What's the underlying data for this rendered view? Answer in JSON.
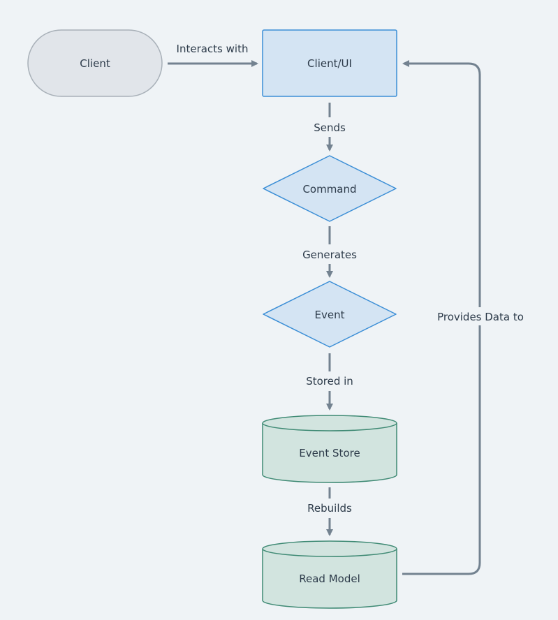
{
  "nodes": {
    "client": {
      "label": "Client"
    },
    "client_ui": {
      "label": "Client/UI"
    },
    "command": {
      "label": "Command"
    },
    "event": {
      "label": "Event"
    },
    "event_store": {
      "label": "Event Store"
    },
    "read_model": {
      "label": "Read Model"
    }
  },
  "edges": {
    "interacts_with": {
      "label": "Interacts with"
    },
    "sends": {
      "label": "Sends"
    },
    "generates": {
      "label": "Generates"
    },
    "stored_in": {
      "label": "Stored in"
    },
    "rebuilds": {
      "label": "Rebuilds"
    },
    "provides_data_to": {
      "label": "Provides Data to"
    }
  },
  "colors": {
    "background": "#eff3f6",
    "edge": "#738290",
    "client_fill": "#e1e5ea",
    "client_stroke": "#a8b0b8",
    "ui_fill": "#d4e4f3",
    "ui_stroke": "#3b8ed6",
    "store_fill": "#d2e4df",
    "store_stroke": "#3f8a74",
    "text": "#2d3b4a"
  }
}
